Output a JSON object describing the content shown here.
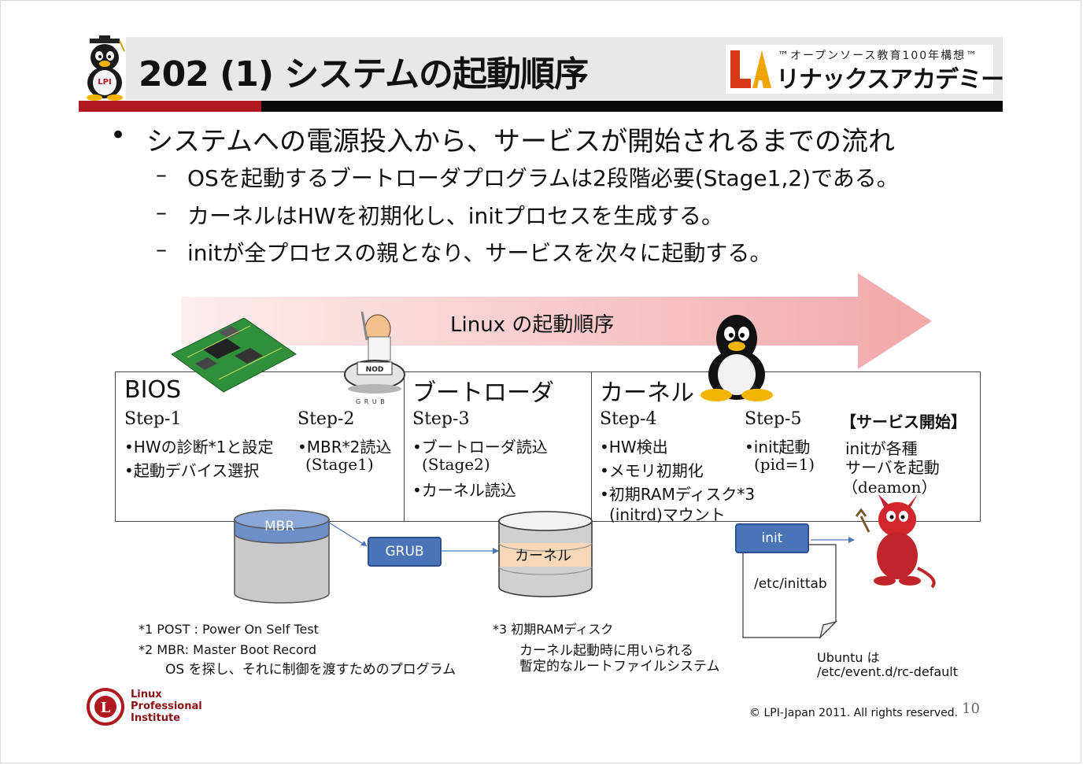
{
  "header": {
    "title": "202 (1) システムの起動順序",
    "brand_sub": "™オープンソース教育100年構想™",
    "brand_main": "リナックスアカデミー"
  },
  "bullets": {
    "main": "システムへの電源投入から、サービスが開始されるまでの流れ",
    "sub": [
      "OSを起動するブートローダプログラムは2段階必要(Stage1,2)である。",
      "カーネルはHWを初期化し、initプロセスを生成する。",
      "initが全プロセスの親となり、サービスを次々に起動する。"
    ]
  },
  "arrow_label": "Linux の起動順序",
  "sections": {
    "bios": "BIOS",
    "bootloader": "ブートローダ",
    "kernel": "カーネル"
  },
  "steps": {
    "s1": {
      "title": "Step-1",
      "items": [
        "•HWの診断*1と設定",
        "•起動デバイス選択"
      ]
    },
    "s2": {
      "title": "Step-2",
      "items": [
        "•MBR*2読込",
        "(Stage1)"
      ]
    },
    "s3": {
      "title": "Step-3",
      "items": [
        "•ブートローダ読込",
        "(Stage2)",
        "•カーネル読込"
      ]
    },
    "s4": {
      "title": "Step-4",
      "items": [
        "•HW検出",
        "•メモリ初期化",
        "•初期RAMディスク*3",
        "(initrd)マウント"
      ]
    },
    "s5": {
      "title": "Step-5",
      "items": [
        "•init起動",
        "(pid=1)"
      ]
    },
    "service": {
      "title": "【サービス開始】",
      "items": [
        "initが各種",
        "サーバを起動",
        "（deamon）"
      ]
    }
  },
  "diagram": {
    "mbr": "MBR",
    "grub": "GRUB",
    "kernel": "カーネル",
    "init": "init",
    "inittab": "/etc/inittab",
    "grub_chip_label": "G R U B"
  },
  "footnotes": {
    "f1": "*1   POST : Power On Self Test",
    "f2": "*2   MBR: Master Boot Record",
    "f2b": "OS を探し、それに制御を渡すためのプログラム",
    "f3": "*3   初期RAMディスク",
    "f3b": "カーネル起動時に用いられる",
    "f3c": "暫定的なルートファイルシステム",
    "ubuntu1": "Ubuntu は",
    "ubuntu2": "/etc/event.d/rc-default"
  },
  "footer": {
    "lpi1": "Linux",
    "lpi2": "Professional",
    "lpi3": "Institute",
    "copyright": "© LPI-Japan 2011. All rights reserved.",
    "page_number": "10"
  },
  "colors": {
    "accent_red": "#b0191d",
    "box_blue": "#4a73b8",
    "arrow_pink": "#f2a8aa"
  }
}
